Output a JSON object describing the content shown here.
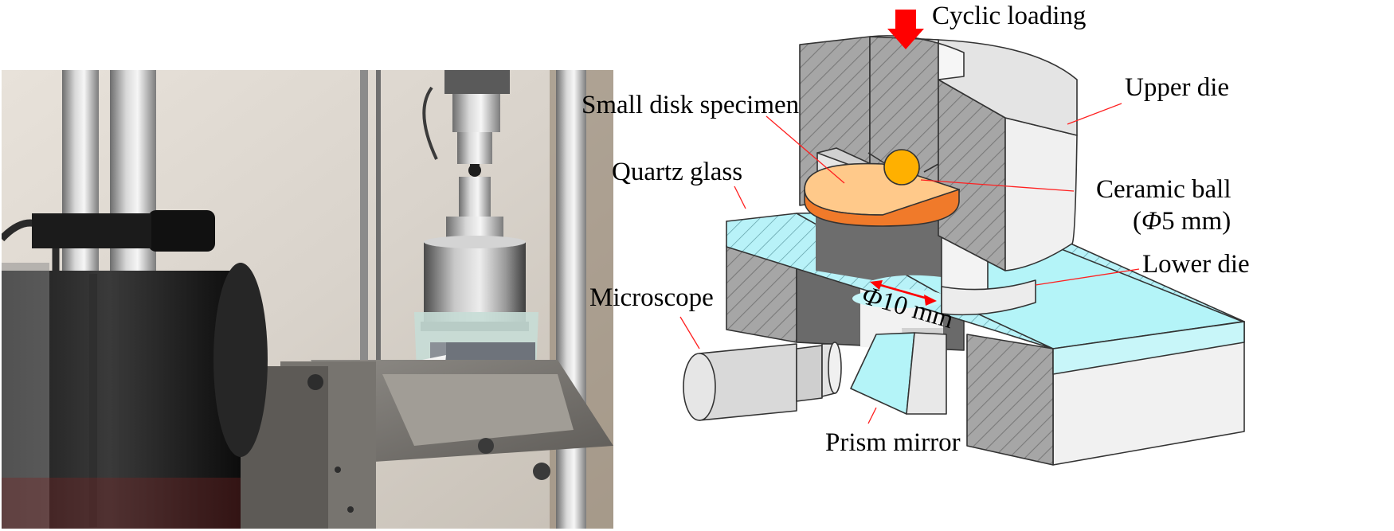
{
  "photo": {
    "description_icon": "test-rig-photo"
  },
  "labels": {
    "cyclic_loading": "Cyclic loading",
    "small_disk_specimen": "Small disk specimen",
    "upper_die": "Upper die",
    "quartz_glass": "Quartz glass",
    "ceramic_ball": "Ceramic ball",
    "ceramic_ball_phi": "Φ",
    "ceramic_ball_size": "5 mm)",
    "lower_die": "Lower die",
    "microscope": "Microscope",
    "bore_phi": "Φ",
    "bore_size": "10 mm",
    "prism_mirror": "Prism mirror"
  },
  "colors": {
    "die_face": "#e3e3e3",
    "die_top": "#f0f0f0",
    "section": "#a8a8a8",
    "glass": "#b4f4f8",
    "specimen": "#ffc98a",
    "specimen_edge": "#f07a2a",
    "ball": "#ffb000",
    "arrow": "#ff0000",
    "leader": "#ff2020"
  }
}
